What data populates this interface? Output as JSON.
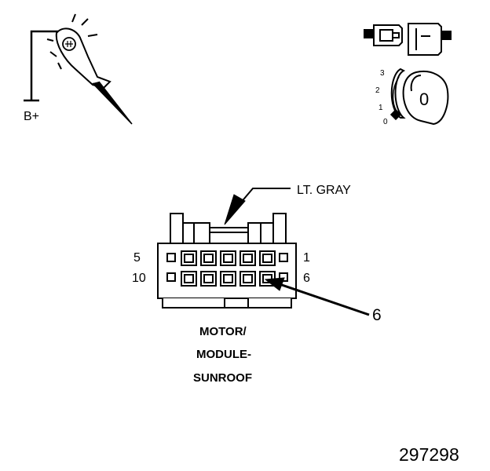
{
  "probe": {
    "label": "B+"
  },
  "ignition": {
    "positions": [
      "3",
      "2",
      "1",
      "0"
    ],
    "key_label": "0"
  },
  "connector": {
    "color_label": "LT. GRAY",
    "pin_left_top": "5",
    "pin_left_bottom": "10",
    "pin_right_top": "1",
    "pin_right_bottom": "6",
    "callout_pin": "6",
    "title_lines": [
      "MOTOR/",
      "MODULE-",
      "SUNROOF"
    ]
  },
  "figure_number": "297298"
}
